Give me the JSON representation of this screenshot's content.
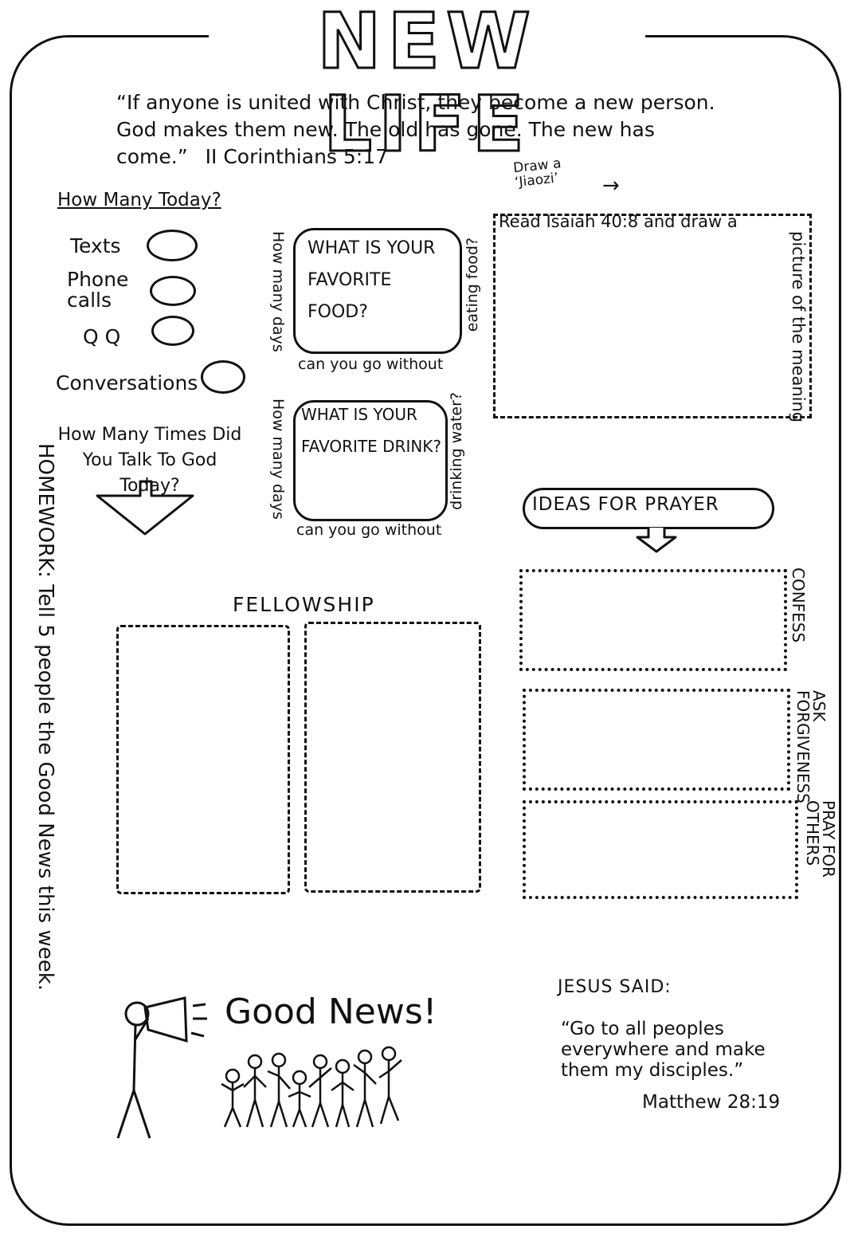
{
  "title": "NEW LIFE",
  "verse": {
    "text": "“If anyone is united with Christ, they become a new person. God makes them new. The old has gone. The new has come.”",
    "reference": "II Corinthians 5:17"
  },
  "draw_note": "Draw a ‘Jiaozi’",
  "counts": {
    "heading": "How Many Today?",
    "items": [
      "Texts",
      "Phone calls",
      "Q Q",
      "Conversations"
    ]
  },
  "talk_to_god": "How Many Times Did You Talk To God Today?",
  "homework": "HOMEWORK: Tell 5 people the Good News this week.",
  "food": {
    "question": "WHAT IS YOUR FAVORITE FOOD?",
    "side_left": "How many days",
    "side_bottom": "can you go without",
    "side_right": "eating food?"
  },
  "drink": {
    "question": "WHAT IS YOUR FAVORITE DRINK?",
    "side_left": "How many days",
    "side_bottom": "can you go without",
    "side_right": "drinking water?"
  },
  "isaiah": {
    "top": "Read Isaiah 40:8 and draw a",
    "side": "picture of the meaning"
  },
  "fellowship": "FELLOWSHIP",
  "prayer": {
    "heading": "IDEAS FOR PRAYER",
    "items": [
      "CONFESS",
      "ASK FORGIVENESS",
      "PRAY FOR OTHERS"
    ]
  },
  "good_news": "Good News!",
  "jesus": {
    "heading": "JESUS SAID:",
    "quote": "“Go to all peoples everywhere and make them my disciples.”",
    "reference": "Matthew 28:19"
  }
}
